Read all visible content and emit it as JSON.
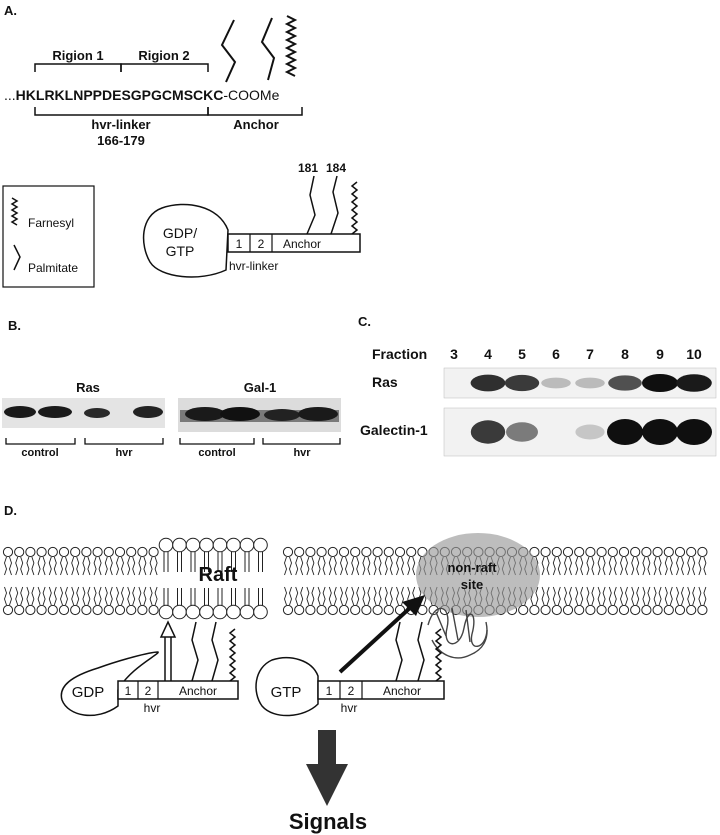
{
  "panel_a": {
    "label": "A.",
    "region1": "Rigion 1",
    "region2": "Rigion 2",
    "sequence_prefix": "...",
    "sequence_linker": "HKLRKLNPPDESGP",
    "sequence_anchor": "GCMSCKC",
    "sequence_suffix": "-COOMe",
    "hvr_linker_label": "hvr-linker",
    "residue_range": "166-179",
    "anchor_label": "Anchor",
    "legend": {
      "farnesyl": "Farnesyl",
      "palmitate": "Palmitate"
    },
    "diagram": {
      "gdp_gtp_line1": "GDP/",
      "gdp_gtp_line2": "GTP",
      "box1": "1",
      "box2": "2",
      "box_anchor": "Anchor",
      "hvr_linker": "hvr-linker",
      "site_181": "181",
      "site_184": "184"
    }
  },
  "panel_b": {
    "label": "B.",
    "blot1_title": "Ras",
    "blot2_title": "Gal-1",
    "control": "control",
    "hvr": "hvr"
  },
  "panel_c": {
    "label": "C.",
    "fraction_label": "Fraction",
    "fractions": [
      "3",
      "4",
      "5",
      "6",
      "7",
      "8",
      "9",
      "10"
    ],
    "row1": "Ras",
    "row2": "Galectin-1",
    "ras_intensity": [
      0,
      0.85,
      0.8,
      0.2,
      0.2,
      0.7,
      1,
      0.95
    ],
    "gal_intensity": [
      0,
      0.8,
      0.5,
      0,
      0.15,
      1,
      1,
      1
    ]
  },
  "panel_d": {
    "label": "D.",
    "raft": "Raft",
    "nonraft_line1": "non-raft",
    "nonraft_line2": "site",
    "left_ras": {
      "nucleotide": "GDP",
      "box1": "1",
      "box2": "2",
      "anchor": "Anchor",
      "hvr": "hvr"
    },
    "right_ras": {
      "nucleotide": "GTP",
      "box1": "1",
      "box2": "2",
      "anchor": "Anchor",
      "hvr": "hvr"
    },
    "signals": "Signals"
  }
}
